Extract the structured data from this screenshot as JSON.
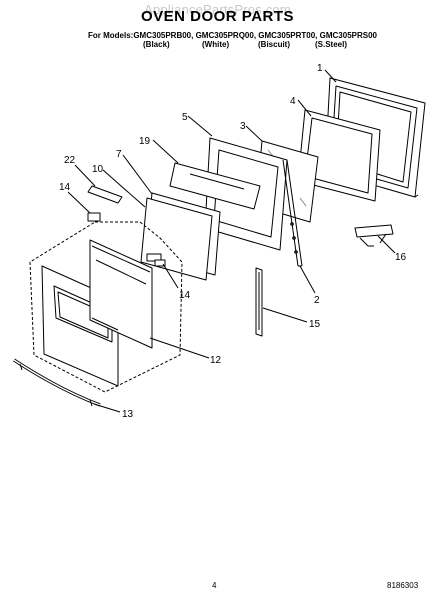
{
  "watermark": "AppliancePartsPros.com",
  "title": "OVEN DOOR PARTS",
  "models_line": "For Models:GMC305PRB00, GMC305PRQ00, GMC305PRT00, GMC305PRS00",
  "colors": [
    "(Black)",
    "(White)",
    "(Biscuit)",
    "(S.Steel)"
  ],
  "callouts": {
    "c1": "1",
    "c4": "4",
    "c5": "5",
    "c3": "3",
    "c19": "19",
    "c7": "7",
    "c22": "22",
    "c10": "10",
    "c14a": "14",
    "c16": "16",
    "c14b": "14",
    "c2": "2",
    "c15": "15",
    "c12": "12",
    "c13": "13"
  },
  "footer": {
    "page": "4",
    "doc_number": "8186303"
  }
}
